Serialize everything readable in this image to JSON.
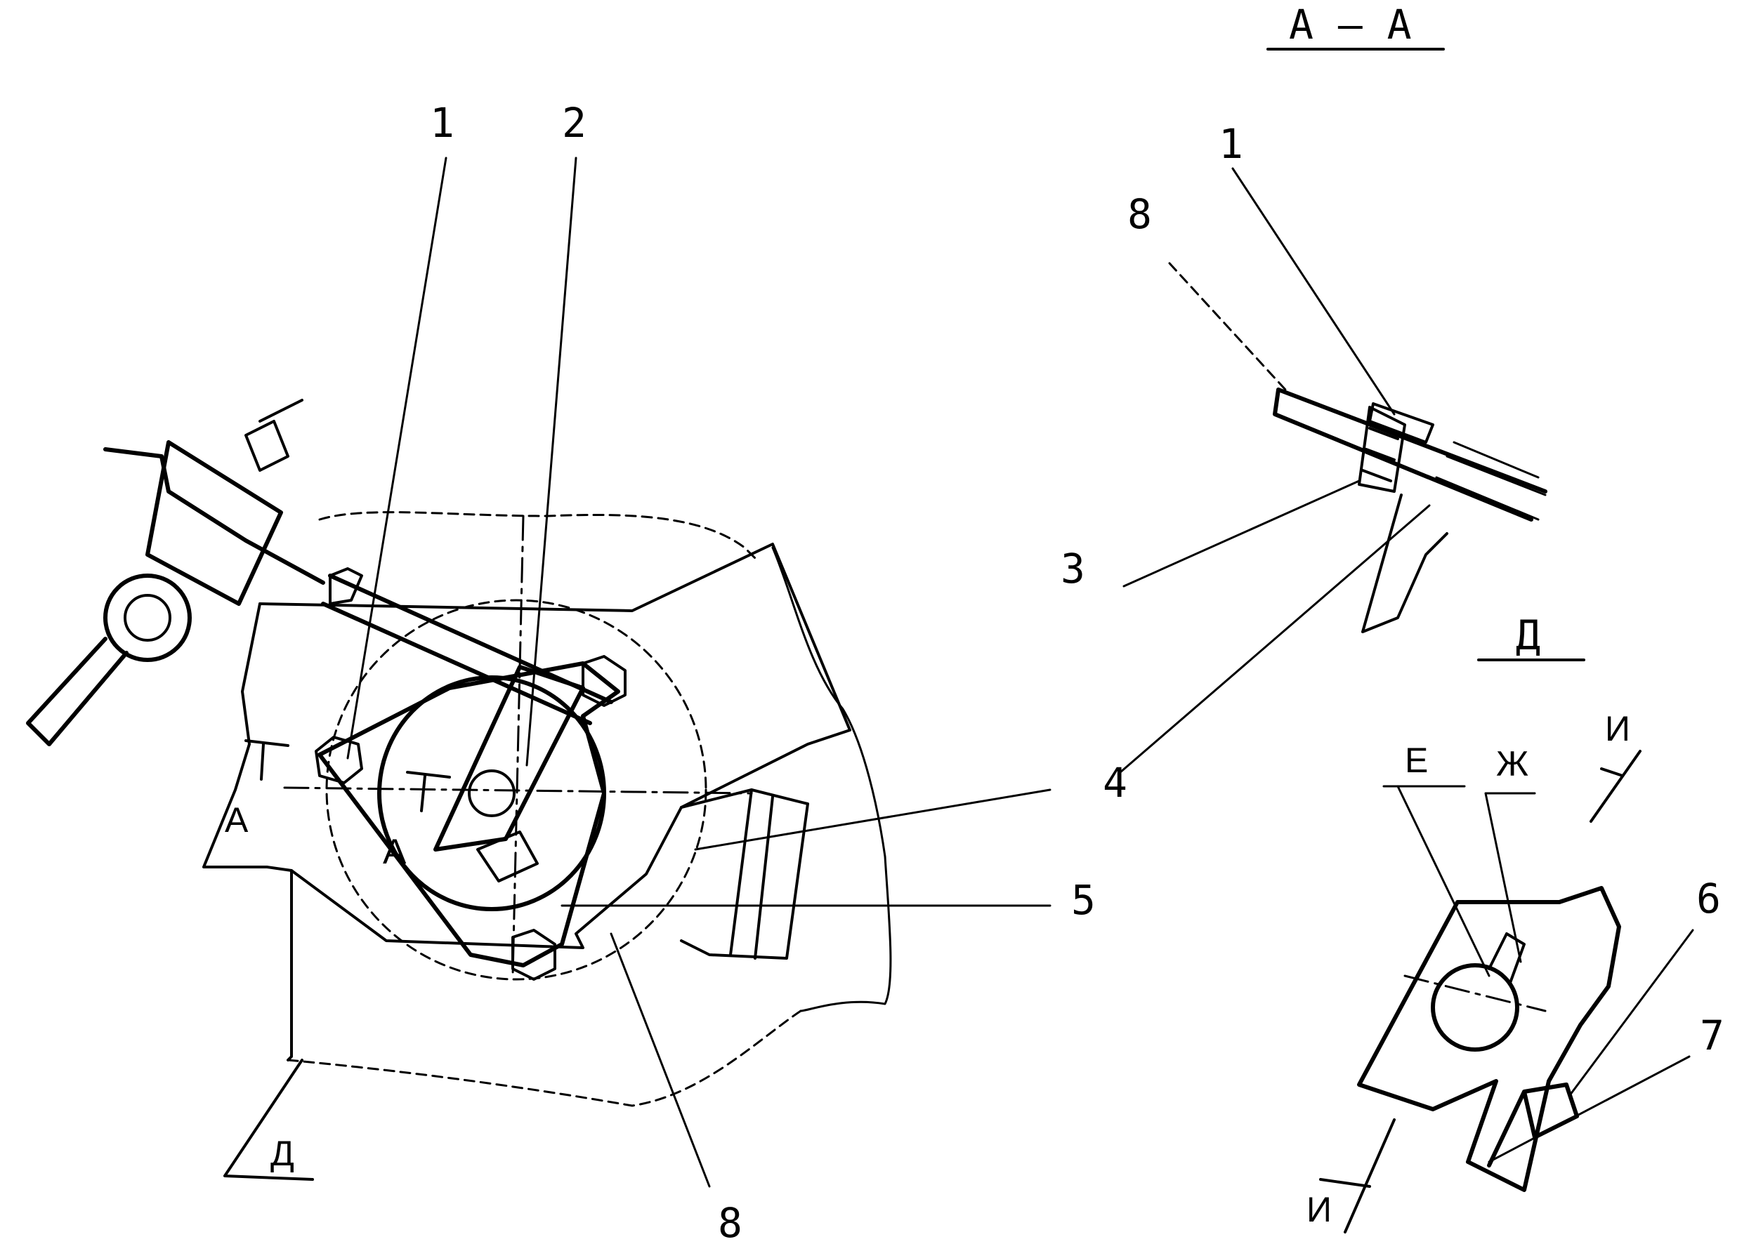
{
  "labels": {
    "section_title": "А – А",
    "view_d": "Д",
    "view_d_main": "Д",
    "section_a": "А",
    "section_a2": "А",
    "dir_i_top": "И",
    "dir_i_bottom": "И",
    "letter_e": "Е",
    "letter_zh": "Ж"
  },
  "callouts": {
    "c1_main": "1",
    "c2_main": "2",
    "c8_main": "8",
    "c5_main": "5",
    "c4_main": "4",
    "c1_section": "1",
    "c8_section": "8",
    "c3_section": "3",
    "c6_view": "6",
    "c7_view": "7"
  }
}
